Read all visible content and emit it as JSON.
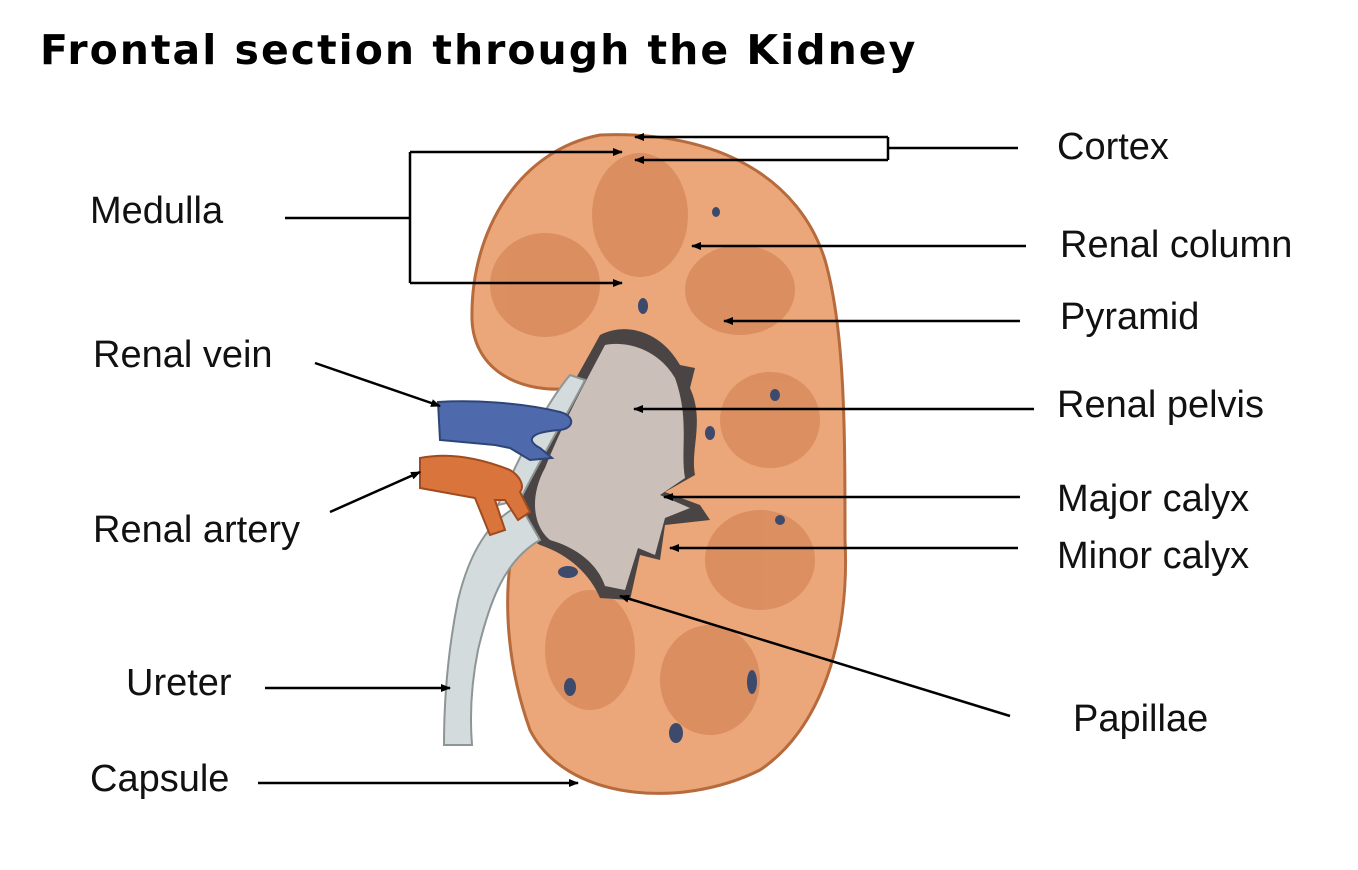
{
  "title": "Frontal section through the Kidney",
  "labels": {
    "cortex": "Cortex",
    "medulla": "Medulla",
    "renal_column": "Renal column",
    "pyramid": "Pyramid",
    "renal_vein": "Renal vein",
    "renal_pelvis": "Renal pelvis",
    "major_calyx": "Major calyx",
    "renal_artery": "Renal artery",
    "minor_calyx": "Minor calyx",
    "ureter": "Ureter",
    "papillae": "Papillae",
    "capsule": "Capsule"
  },
  "colors": {
    "kidney_tissue": "#eba779",
    "pyramid": "#d8895a",
    "pelvis": "#cbbfba",
    "cavity": "#4a4544",
    "vein": "#4f69ad",
    "artery": "#d9743c",
    "ureter": "#d3dbdc",
    "line": "#000000"
  }
}
